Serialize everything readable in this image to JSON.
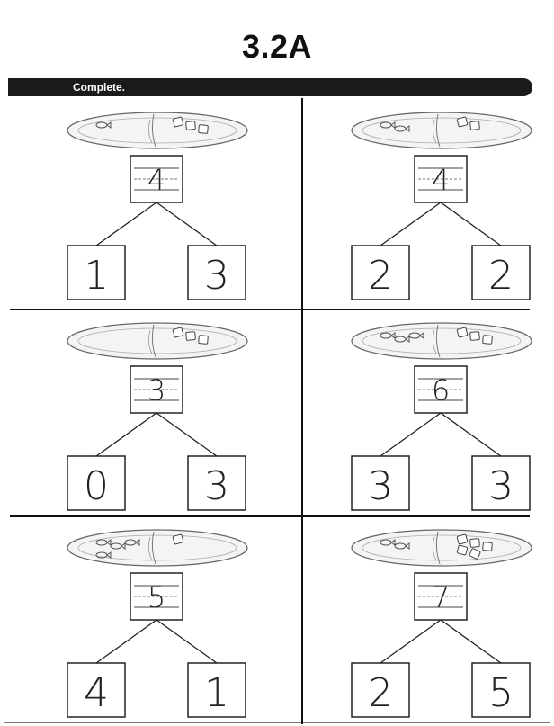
{
  "title": "3.2A",
  "instruction": "Complete.",
  "problems": [
    {
      "whole": "4",
      "parts": [
        "1",
        "3"
      ],
      "fish": 1,
      "crackers": 3
    },
    {
      "whole": "4",
      "parts": [
        "2",
        "2"
      ],
      "fish": 2,
      "crackers": 2
    },
    {
      "whole": "3",
      "parts": [
        "0",
        "3"
      ],
      "fish": 0,
      "crackers": 3
    },
    {
      "whole": "6",
      "parts": [
        "3",
        "3"
      ],
      "fish": 3,
      "crackers": 3
    },
    {
      "whole": "5",
      "parts": [
        "4",
        "1"
      ],
      "fish": 4,
      "crackers": 1
    },
    {
      "whole": "7",
      "parts": [
        "2",
        "5"
      ],
      "fish": 2,
      "crackers": 5
    }
  ]
}
